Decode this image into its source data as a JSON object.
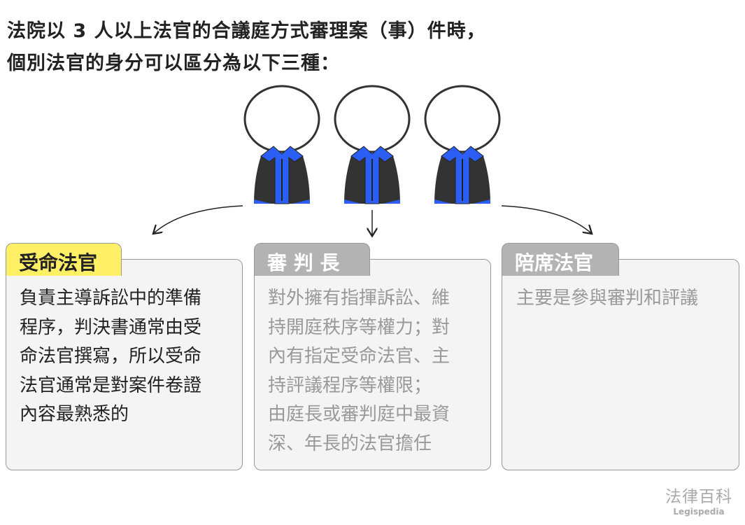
{
  "title_lines": [
    "法院以 3 人以上法官的合議庭方式審理案（事）件時，",
    "個別法官的身分可以區分為以下三種："
  ],
  "roles": [
    {
      "label": "受命法官",
      "text": "負責主導訴訟中的準備\n程序，判決書通常由受\n命法官撰寫，所以受命\n法官通常是對案件卷證\n內容最熟悉的"
    },
    {
      "label": "審 判 長",
      "text": "對外擁有指揮訴訟、維\n持開庭秩序等權力；對\n內有指定受命法官、主\n持評議程序等權限；\n由庭長或審判庭中最資\n深、年長的法官擔任"
    },
    {
      "label": "陪席法官",
      "text": "主要是參與審判和評議"
    }
  ],
  "logo": {
    "name": "法律百科",
    "sub": "Legispedia"
  },
  "colors": {
    "accent_yellow": "#fff066",
    "tab_gray": "#b3b3b3",
    "robe_blue": "#2a5ef5",
    "robe_dark": "#333333"
  }
}
